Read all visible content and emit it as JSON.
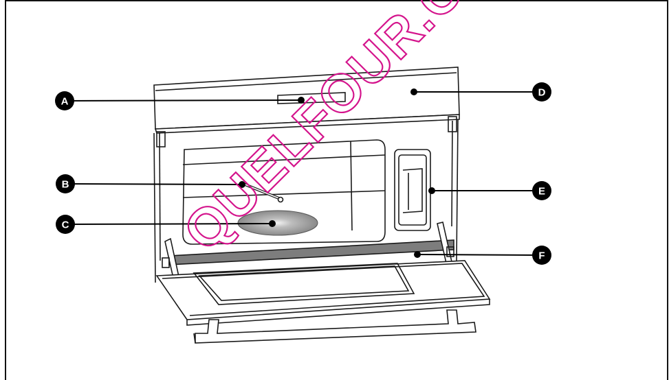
{
  "diagram": {
    "callouts": [
      {
        "id": "A",
        "text": "A"
      },
      {
        "id": "B",
        "text": "B"
      },
      {
        "id": "C",
        "text": "C"
      },
      {
        "id": "D",
        "text": "D"
      },
      {
        "id": "E",
        "text": "E"
      },
      {
        "id": "F",
        "text": "F"
      }
    ]
  },
  "watermark": {
    "text": "QUELFOUR.CO",
    "color": "#d4148c"
  },
  "colors": {
    "line": "#1a1a1a",
    "marker": "#000000",
    "bulb": "#9a9a9a",
    "seal": "#7d7d7d"
  }
}
